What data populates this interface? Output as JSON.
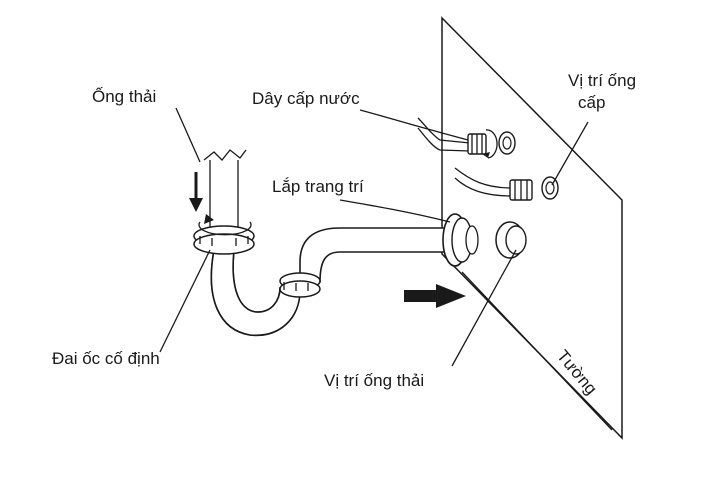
{
  "labels": {
    "drain_pipe": "Ống thải",
    "water_supply_hose": "Dây cấp nước",
    "supply_pipe_position_line1": "Vị trí ống",
    "supply_pipe_position_line2": "cấp",
    "decorative_cover": "Lắp trang trí",
    "fixing_nut": "Đai ốc cố định",
    "drain_pipe_position": "Vị trí ống thải",
    "wall": "Tường"
  },
  "colors": {
    "ink": "#1a1a1a",
    "background": "#ffffff"
  }
}
